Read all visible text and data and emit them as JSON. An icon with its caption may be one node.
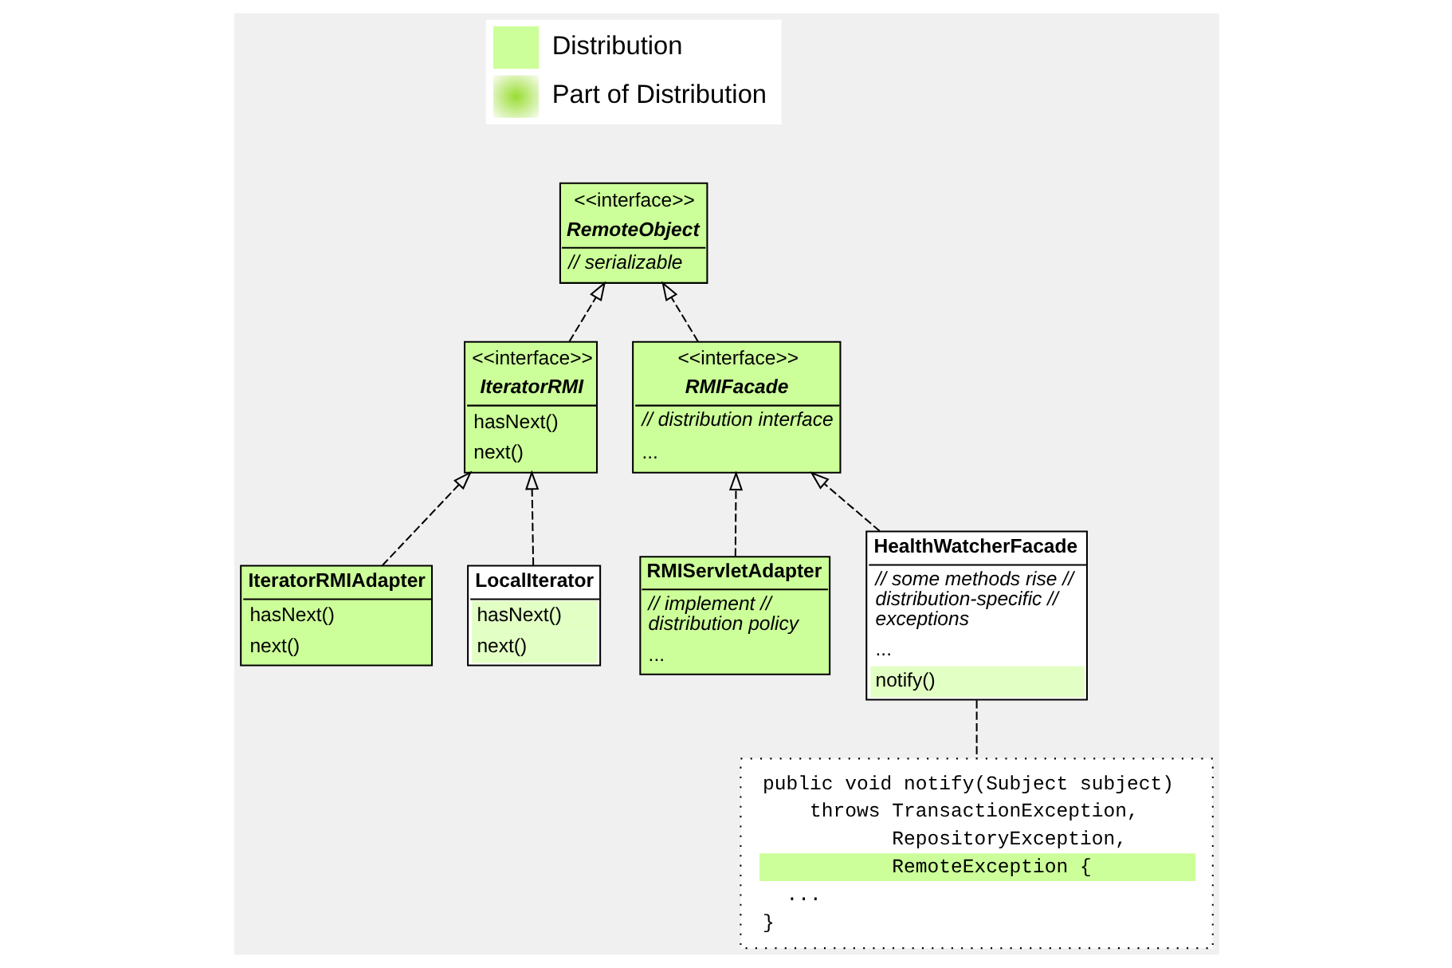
{
  "diagram": {
    "nodes": [
      {
        "text": [
          "<<interface>>",
          "RemoteObject",
          "// serializable"
        ]
      },
      {
        "text": [
          "<<interface>>",
          "IteratorRMI",
          "hasNext()",
          "next()"
        ]
      },
      {
        "text": [
          "<<interface>>",
          "RMIFacade",
          "// distribution interface",
          "..."
        ]
      },
      {
        "text": [
          "IteratorRMIAdapter",
          "hasNext()",
          "next()"
        ]
      },
      {
        "text": [
          "LocalIterator",
          "hasNext()",
          "next()"
        ]
      },
      {
        "text": [
          "RMIServletAdapter",
          "// implement // distribution policy",
          "..."
        ]
      },
      {
        "text": [
          "HealthWatcherFacade",
          "// some methods rise // distribution-specific // exceptions",
          "...",
          "notify()"
        ]
      },
      {
        "text": [
          "public void notify(Subject subject)",
          "throws TransactionException,",
          "RepositoryException,",
          "RemoteException {",
          "...",
          "}"
        ]
      }
    ],
    "edges": [
      {
        "from": 1,
        "to": 0,
        "arrow": "to",
        "style": "dashed"
      },
      {
        "from": 2,
        "to": 0,
        "arrow": "to",
        "style": "dashed"
      },
      {
        "from": 3,
        "to": 1,
        "arrow": "to",
        "style": "dashed"
      },
      {
        "from": 4,
        "to": 1,
        "arrow": "to",
        "style": "dashed"
      },
      {
        "from": 5,
        "to": 2,
        "arrow": "to",
        "style": "dashed"
      },
      {
        "from": 6,
        "to": 2,
        "arrow": "to",
        "style": "dashed"
      },
      {
        "from": 6,
        "to": 7,
        "arrow": "none",
        "style": "dashed"
      }
    ],
    "legend": [
      {
        "text": "Distribution",
        "color": "#ccff99"
      },
      {
        "text": "Part of Distribution"
      }
    ]
  }
}
